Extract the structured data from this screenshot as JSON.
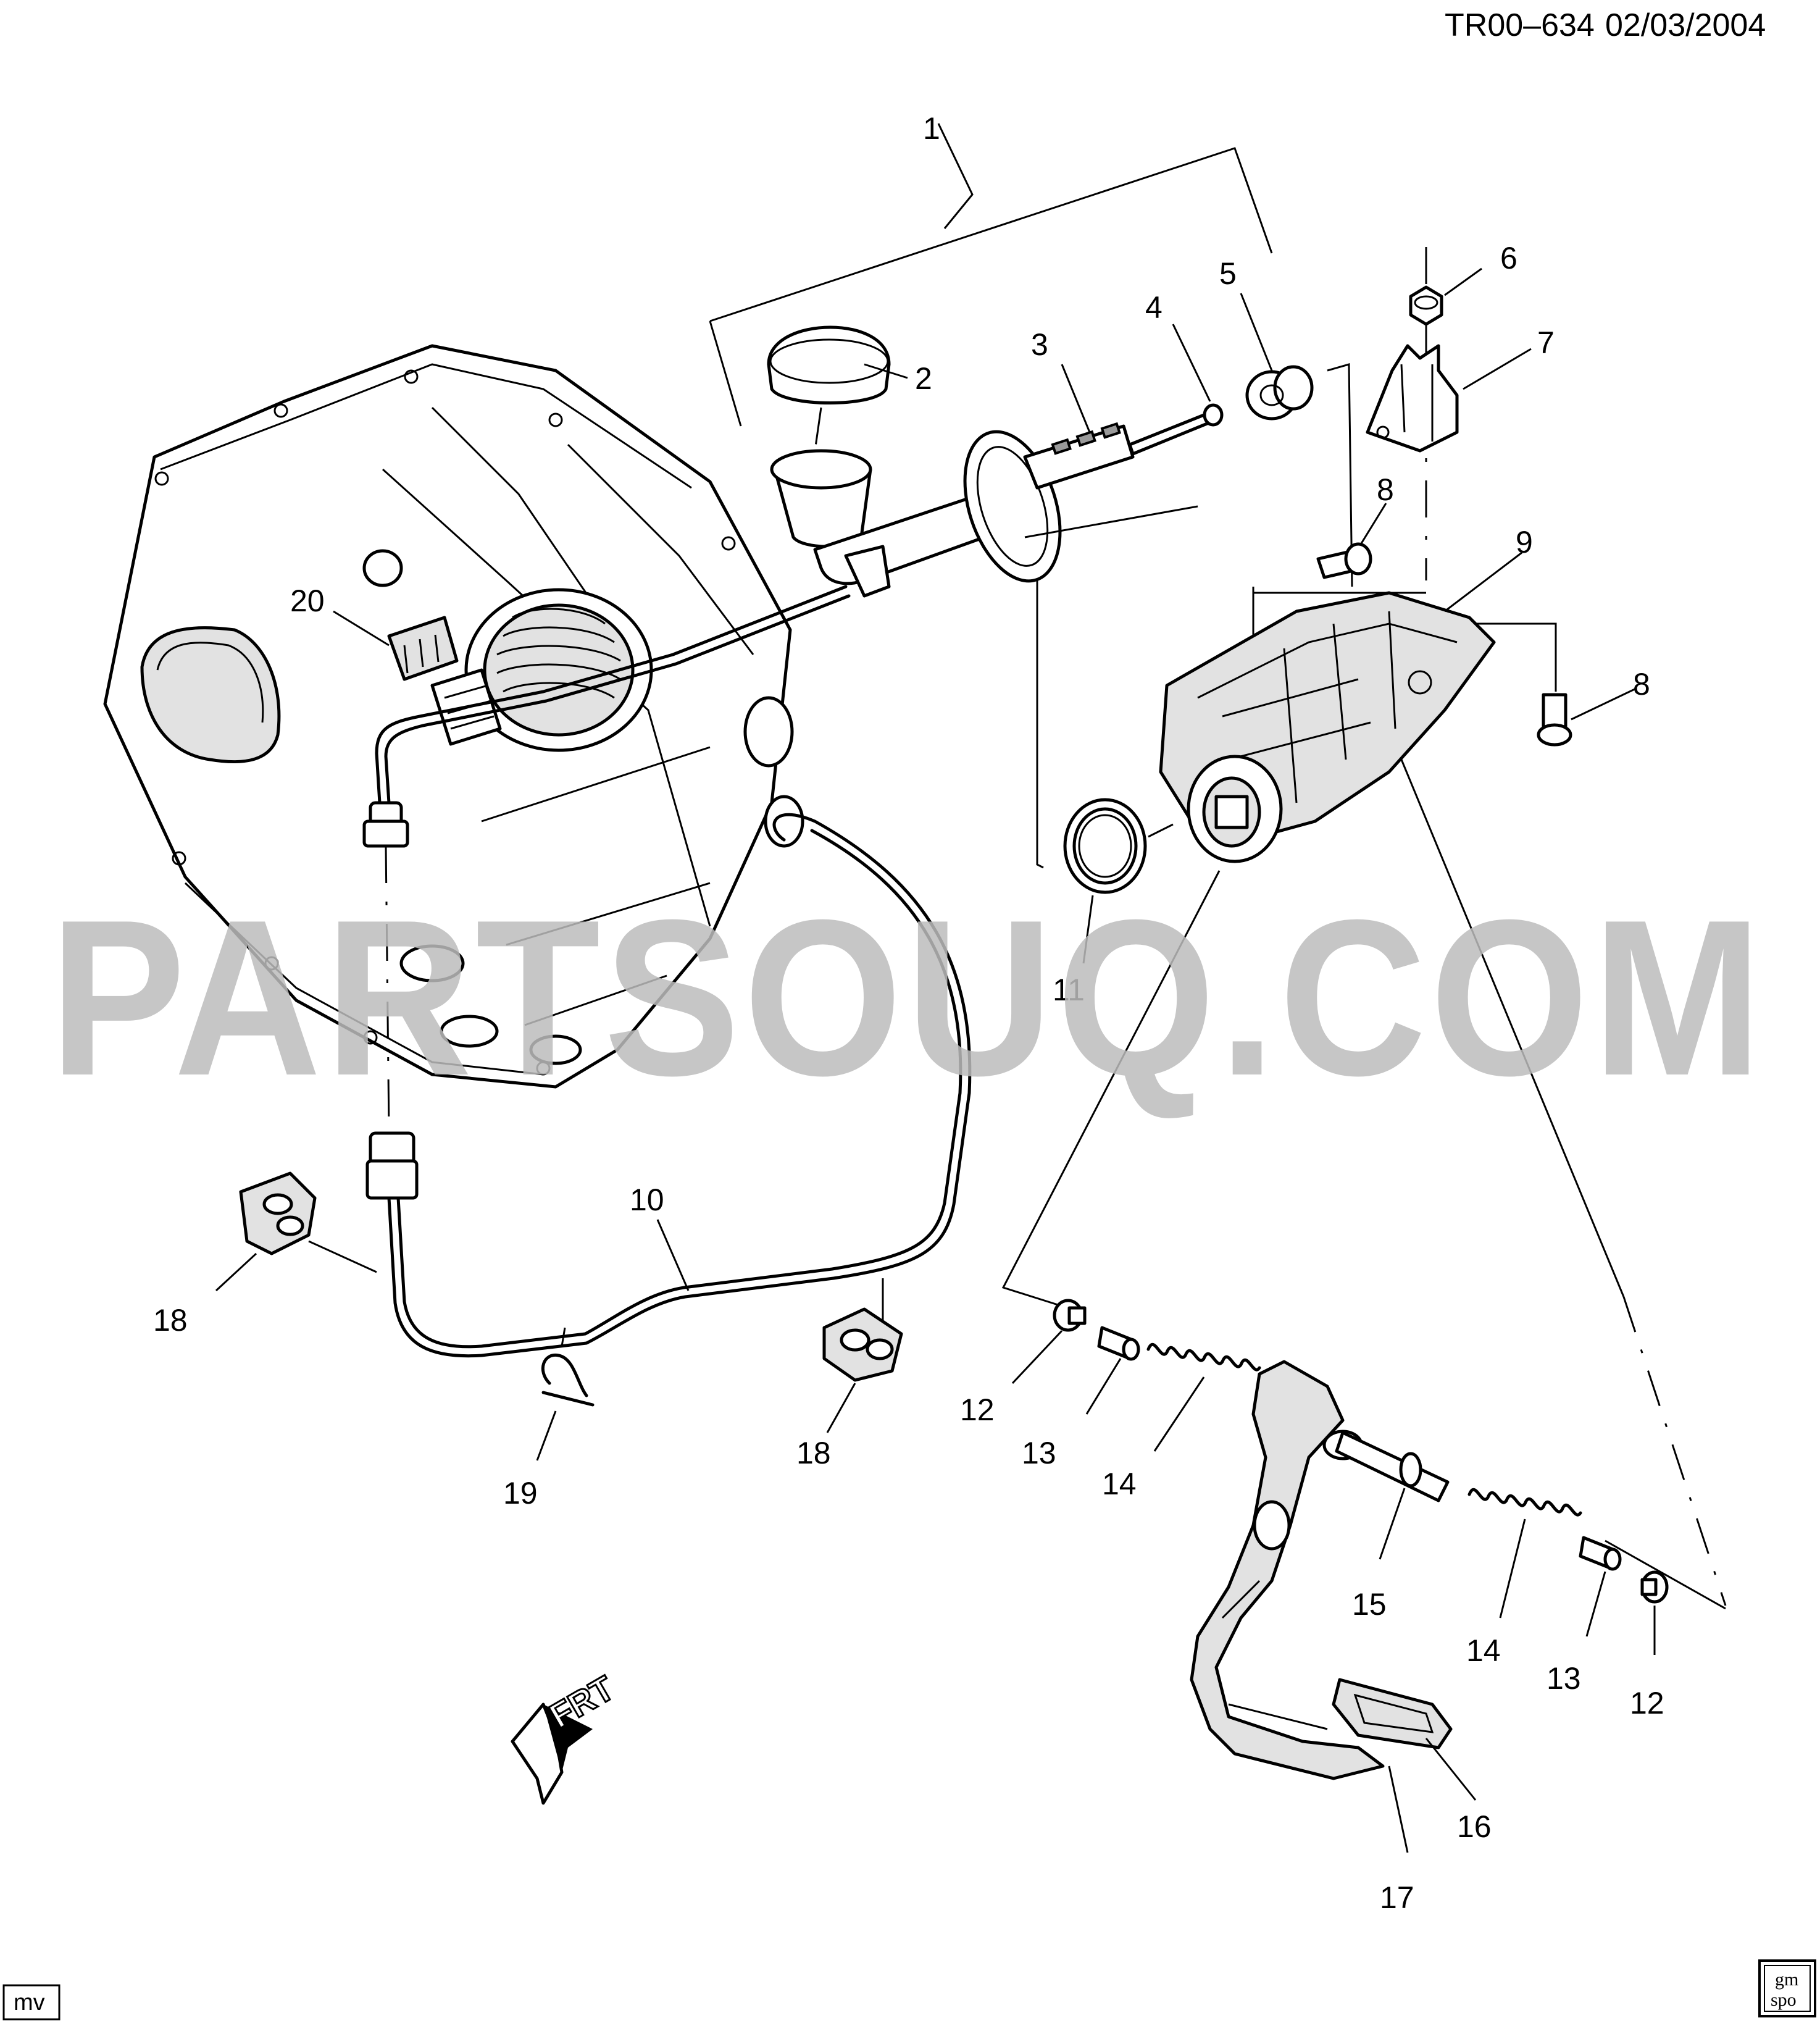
{
  "header": {
    "drawing_id": "TR00–634",
    "date": "02/03/2004"
  },
  "watermark": {
    "text": "PARTSOUQ.COM",
    "color": "#bdbdbd"
  },
  "orientation_marker": {
    "text": "FRT",
    "icon": "front-direction-arrow-icon"
  },
  "footer": {
    "initials": "mv",
    "logo_top": "gm",
    "logo_bottom": "spo"
  },
  "callouts": {
    "c1": "1",
    "c2": "2",
    "c3": "3",
    "c4": "4",
    "c5": "5",
    "c6": "6",
    "c7": "7",
    "c8a": "8",
    "c8b": "8",
    "c9": "9",
    "c10": "10",
    "c11": "11",
    "c12a": "12",
    "c12b": "12",
    "c13a": "13",
    "c13b": "13",
    "c14a": "14",
    "c14b": "14",
    "c15": "15",
    "c16": "16",
    "c17": "17",
    "c18a": "18",
    "c18b": "18",
    "c19": "19",
    "c20": "20"
  }
}
